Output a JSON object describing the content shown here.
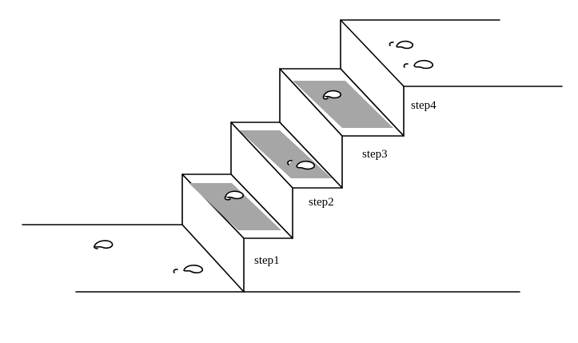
{
  "diagram": {
    "step_labels": [
      "step1",
      "step2",
      "step3",
      "step4"
    ],
    "colors": {
      "line": "#000000",
      "tread": "#a6a6a6",
      "background": "#ffffff"
    },
    "footprint_icon": "footprint-icon"
  }
}
